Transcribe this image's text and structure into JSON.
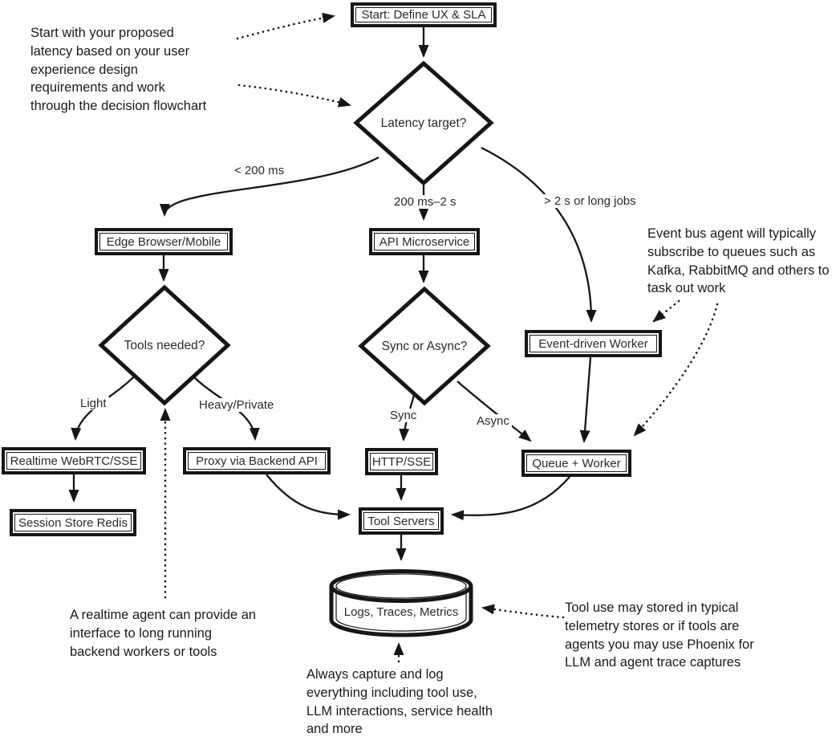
{
  "title": "Latency decision flowchart",
  "colors": {
    "ink": "#161616",
    "background": "#ffffff"
  },
  "nodes": {
    "start": "Start: Define UX & SLA",
    "latency": "Latency target?",
    "edge_browser": "Edge Browser/Mobile",
    "api_microservice": "API Microservice",
    "event_worker": "Event-driven Worker",
    "tools_needed": "Tools needed?",
    "sync_async": "Sync or Async?",
    "realtime": "Realtime WebRTC/SSE",
    "proxy": "Proxy via Backend API",
    "http_sse": "HTTP/SSE",
    "queue_worker": "Queue + Worker",
    "session_store": "Session Store Redis",
    "tool_servers": "Tool Servers",
    "telemetry": "Logs, Traces, Metrics"
  },
  "edge_labels": {
    "lt200": "< 200 ms",
    "mid": "200 ms–2 s",
    "gt2": "> 2 s or long jobs",
    "light": "Light",
    "heavy": "Heavy/Private",
    "sync": "Sync",
    "async": "Async"
  },
  "annotations": {
    "start_note": "Start with your proposed\nlatency based on your user\nexperience design\nrequirements and work\nthrough the decision flowchart",
    "event_bus_note": "Event bus agent will typically\nsubscribe to queues such as\nKafka, RabbitMQ and others to\ntask out work",
    "realtime_note": "A realtime agent can provide an\ninterface to long running\nbackend workers or tools",
    "telemetry_note": "Tool use may stored in typical\ntelemetry stores or if tools are\nagents you may use Phoenix for\nLLM and agent trace captures",
    "logging_note": "Always capture and log\neverything including tool use,\nLLM interactions, service health\nand more"
  }
}
